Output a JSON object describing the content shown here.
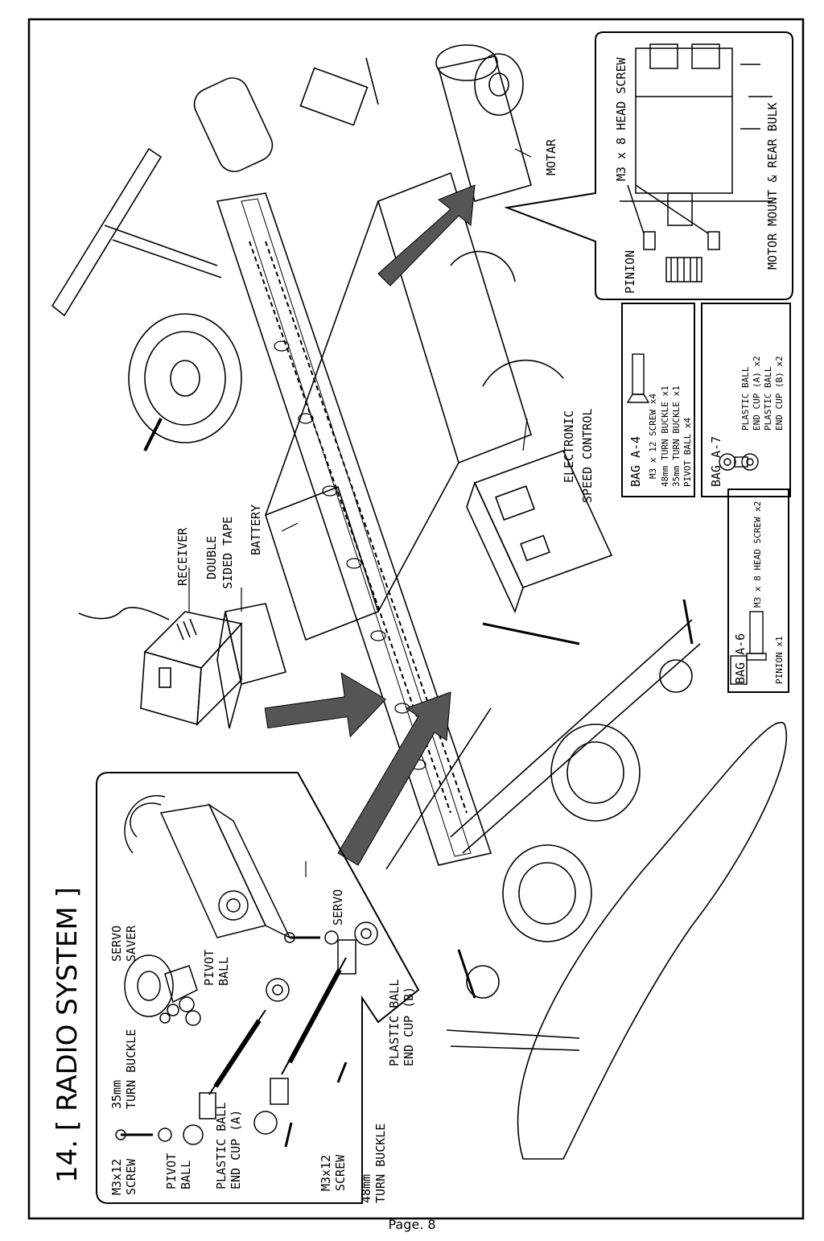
{
  "title": "14. [ RADIO SYSTEM ]",
  "page": "Page. 8",
  "labels": {
    "motar": "MOTAR",
    "electronic": "ELECTRONIC",
    "speed_control": "SPEED CONTROL",
    "battery": "BATTERY",
    "receiver": "RECEIVER",
    "double": "DOUBLE",
    "sided_tape": "SIDED TAPE",
    "servo": "SERVO",
    "servo_saver_1": "SERVO",
    "servo_saver_2": "SAVER",
    "pivot_ball_1a": "PIVOT",
    "pivot_ball_1b": "BALL",
    "pivot_ball_2a": "PIVOT",
    "pivot_ball_2b": "BALL",
    "turn_35_a": "35mm",
    "turn_35_b": "TURN BUCKLE",
    "turn_48_a": "48mm",
    "turn_48_b": "TURN BUCKLE",
    "screw_left_a": "M3x12",
    "screw_left_b": "SCREW",
    "screw_mid_a": "M3x12",
    "screw_mid_b": "SCREW",
    "cup_a_1": "PLASTIC BALL",
    "cup_a_2": "END CUP (A)",
    "cup_b_1": "PLASTIC BALL",
    "cup_b_2": "END CUP (B)",
    "motor_screw": "M3 x 8 HEAD SCREW",
    "motor_mount": "MOTOR MOUNT & REAR BULK",
    "pinion": "PINION"
  },
  "bags": {
    "a4": {
      "title": "BAG A-4",
      "lines": [
        "M3 x 12 SCREW x4",
        "48mm TURN BUCKLE x1",
        "35mm TURN BUCKLE x1",
        "PIVOT BALL x4"
      ]
    },
    "a7": {
      "title": "BAG A-7",
      "lines": [
        "PLASTIC BALL",
        "END CUP (A) x2",
        "PLASTIC BALL",
        "END CUP (B) x2"
      ]
    },
    "a6": {
      "title": "BAG A-6",
      "lines": [
        "M3 x 8 HEAD SCREW x2",
        "PINION x1"
      ]
    }
  }
}
